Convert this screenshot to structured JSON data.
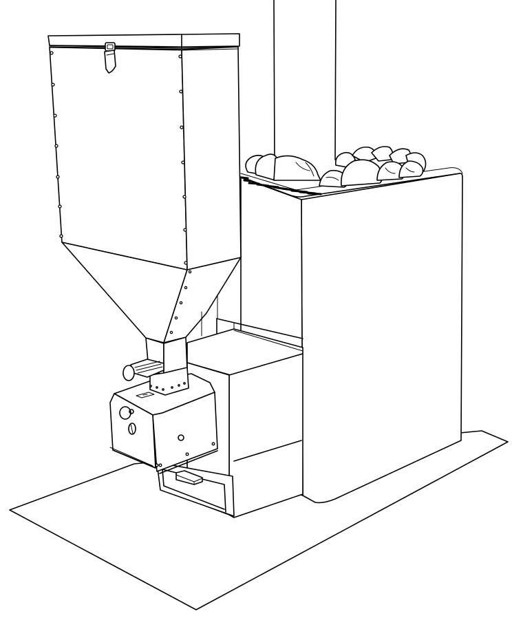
{
  "figure": {
    "description": "Line-art isometric drawing of a sauna heater with pellet burner and feed hopper on a floor plate",
    "background": "#ffffff",
    "stroke": "#000000"
  },
  "components": {
    "floor_plate": "floor-plate",
    "chimney": "chimney-pipe",
    "stones": "sauna-stones",
    "grate": "top-vent-grate",
    "heater_body": "heater-body",
    "hopper": "pellet-hopper",
    "hopper_lid": "hopper-lid",
    "latch": "lid-latch",
    "feed_tube": "feed-tube",
    "adjust_knob": "feed-adjust-knob",
    "burner": "pellet-burner",
    "firebox": "firebox-extension",
    "ash_drawer": "ash-drawer"
  }
}
